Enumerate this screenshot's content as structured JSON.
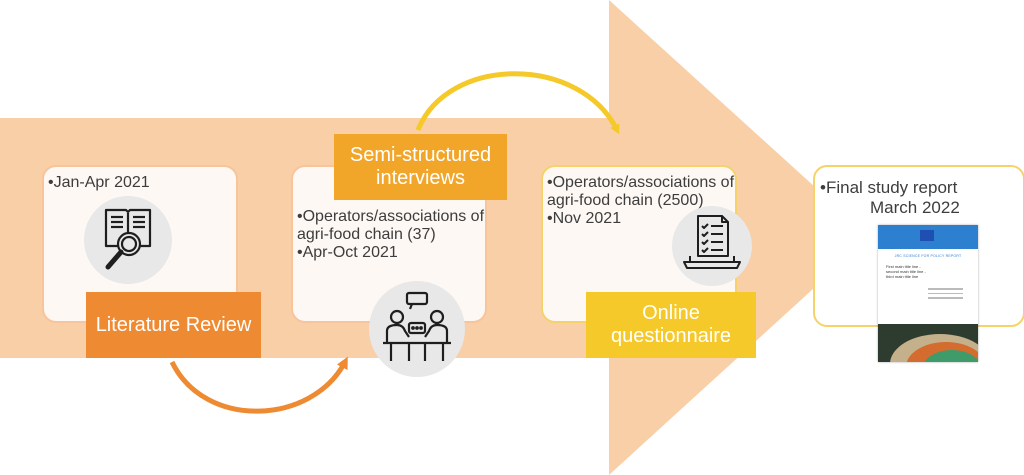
{
  "phases": [
    {
      "step_label": "Literature Review",
      "details": [
        "•Jan-Apr 2021"
      ]
    },
    {
      "step_label": "Semi-structured interviews",
      "details": [
        "•Operators/associations of agri-food chain (37)",
        "•Apr-Oct 2021"
      ]
    },
    {
      "step_label": "Online questionnaire",
      "details": [
        "•Operators/associations of agri-food chain (2500)",
        "•Nov 2021"
      ]
    },
    {
      "details": [
        "•Final study report",
        "March 2022"
      ]
    }
  ],
  "report_thumbnail": {
    "header_text": "JRC SCIENCE FOR POLICY REPORT",
    "title_text": "First main title line - second main title line - third main title line"
  },
  "colors": {
    "arrow": "#f8cfa6",
    "orange_box": "#ee8a32",
    "amber_box": "#f1a629",
    "yellow_box": "#f5c92a",
    "yellow_curve": "#f5c92a",
    "orange_curve": "#ee8a32"
  },
  "icons": [
    "magnifier-book-icon",
    "meeting-people-icon",
    "checklist-laptop-icon"
  ]
}
